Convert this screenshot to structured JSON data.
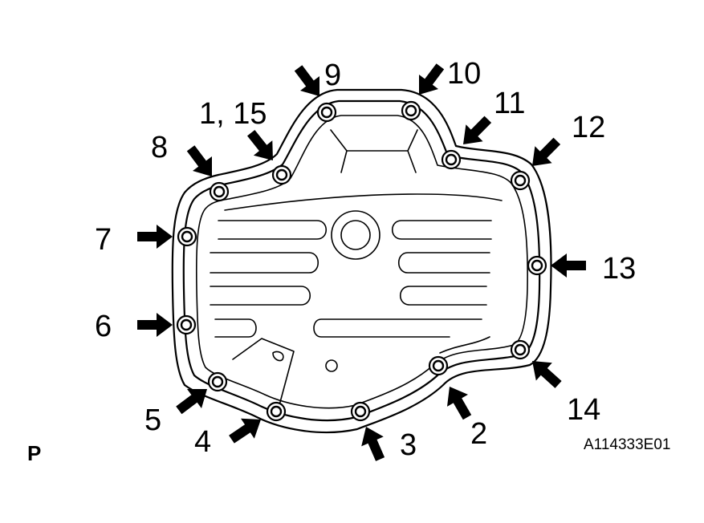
{
  "diagram": {
    "subject": "oil-pan-bolt-tightening-sequence",
    "corner_letter": "P",
    "figure_id": "A114333E01",
    "bolts": [
      {
        "id": "b1_15",
        "label": "1, 15"
      },
      {
        "id": "b2",
        "label": "2"
      },
      {
        "id": "b3",
        "label": "3"
      },
      {
        "id": "b4",
        "label": "4"
      },
      {
        "id": "b5",
        "label": "5"
      },
      {
        "id": "b6",
        "label": "6"
      },
      {
        "id": "b7",
        "label": "7"
      },
      {
        "id": "b8",
        "label": "8"
      },
      {
        "id": "b9",
        "label": "9"
      },
      {
        "id": "b10",
        "label": "10"
      },
      {
        "id": "b11",
        "label": "11"
      },
      {
        "id": "b12",
        "label": "12"
      },
      {
        "id": "b13",
        "label": "13"
      },
      {
        "id": "b14",
        "label": "14"
      }
    ]
  }
}
